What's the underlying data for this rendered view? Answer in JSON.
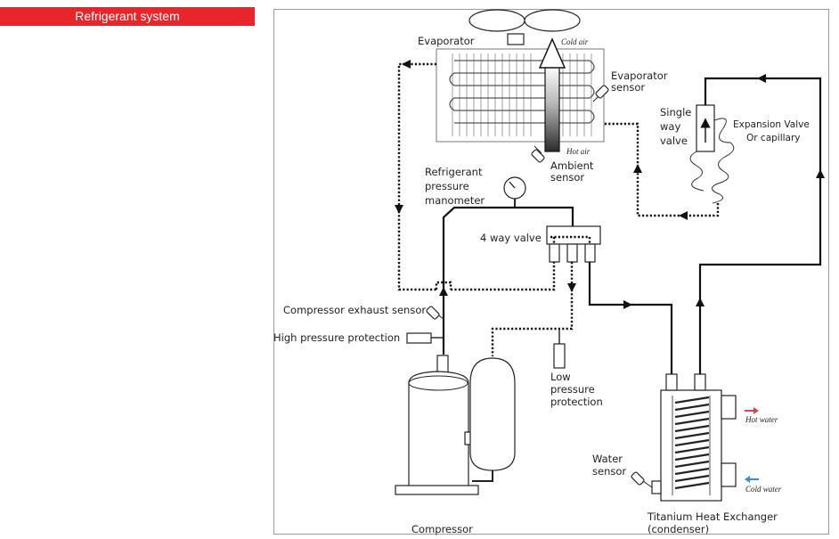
{
  "header": {
    "title": "Refrigerant system",
    "accent_color": "#e8252a"
  },
  "diagram": {
    "labels": {
      "evaporator": "Evaporator",
      "cold_air": "Cold air",
      "hot_air": "Hot air",
      "evaporator_sensor_1": "Evaporator",
      "evaporator_sensor_2": "sensor",
      "ambient_sensor_1": "Ambient",
      "ambient_sensor_2": "sensor",
      "single_way_valve_1": "Single",
      "single_way_valve_2": "way",
      "single_way_valve_3": "valve",
      "expansion_valve_1": "Expansion Valve",
      "expansion_valve_2": "Or capillary",
      "manometer_1": "Refrigerant",
      "manometer_2": "pressure",
      "manometer_3": "manometer",
      "four_way_valve": "4 way valve",
      "exhaust_sensor": "Compressor exhaust sensor",
      "high_pressure": "High pressure protection",
      "low_pressure_1": "Low",
      "low_pressure_2": "pressure",
      "low_pressure_3": "protection",
      "water_sensor_1": "Water",
      "water_sensor_2": "sensor",
      "hot_water": "Hot water",
      "cold_water": "Cold water",
      "compressor": "Compressor",
      "heat_exchanger_1": "Titanium Heat Exchanger",
      "heat_exchanger_2": "(condenser)"
    },
    "colors": {
      "hot_water_arrow": "#d9434f",
      "cold_water_arrow": "#3a8fd0"
    }
  }
}
